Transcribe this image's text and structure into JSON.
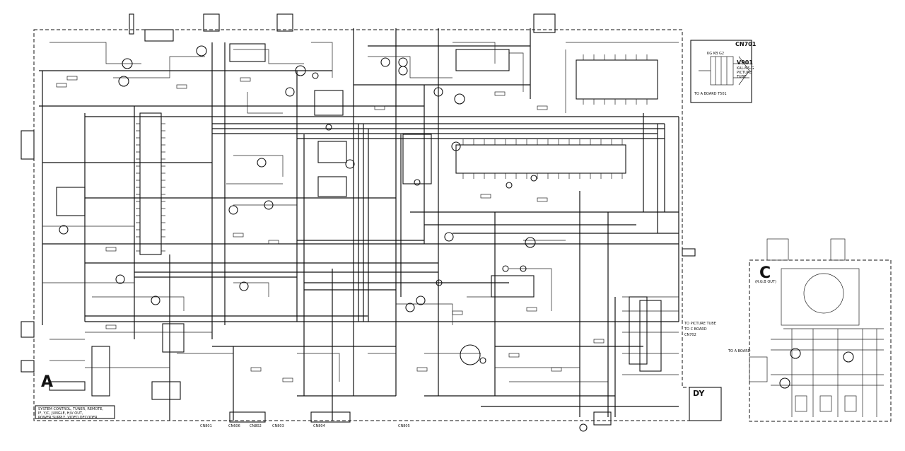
{
  "board_a": {
    "letter": "A",
    "caption": [
      "SYSTEM CONTROL, TUNER, REMOTE,",
      "IF, Y/C, JUNGLE, H/V OUT,",
      "POWER SUPPLY, VIDEO DECODER"
    ]
  },
  "board_c": {
    "letter": "C",
    "subtitle": "(R.G.B OUT)",
    "connector_label": "TO A BOARD"
  },
  "dy": {
    "label": "DY"
  },
  "cn701": {
    "label": "CN701",
    "tube_label": "V901",
    "tube_note": [
      "KAL-MS-G",
      "PICTURE",
      "TUBE"
    ],
    "pin_label": "KG KB G2",
    "footer": "TO A BOARD T501"
  },
  "connectors": {
    "rgb_board": [
      "TO PICTURE TUBE",
      "TO C BOARD",
      "CN702"
    ],
    "bottom_row": [
      "CN801",
      "CN606",
      "CN802",
      "CN803",
      "CN804",
      "CN805"
    ]
  }
}
